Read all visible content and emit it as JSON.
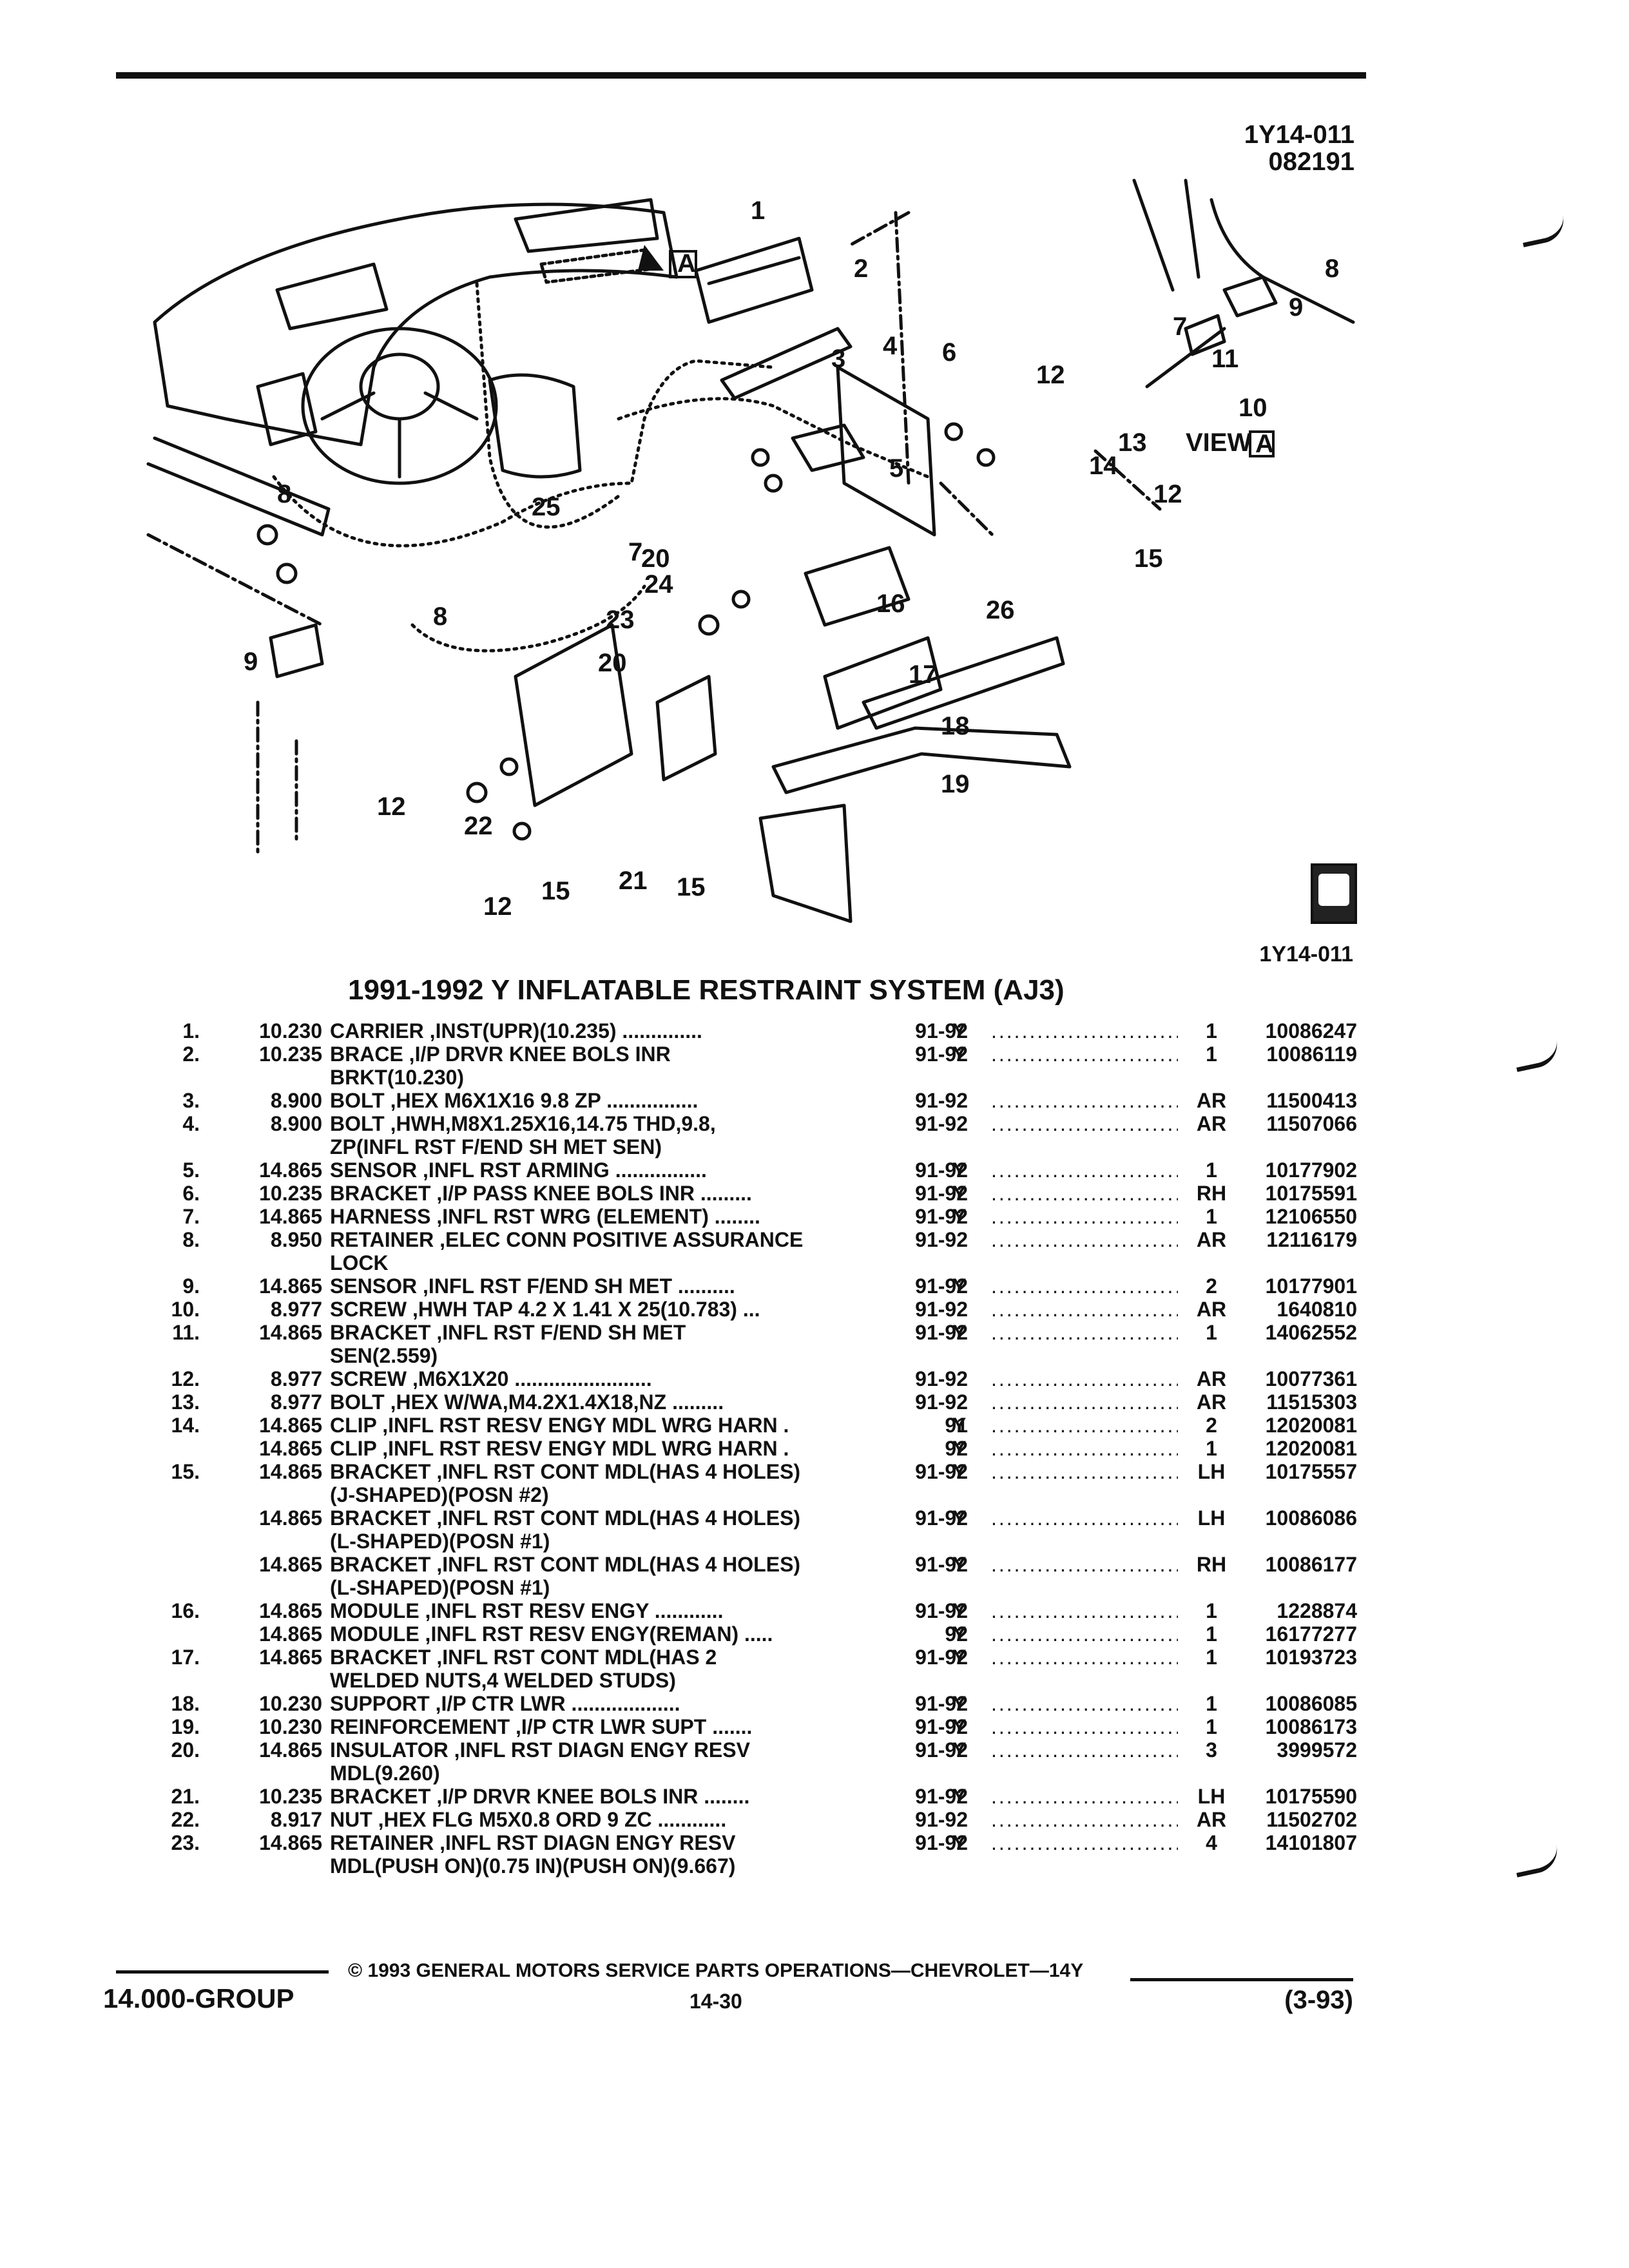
{
  "figure": {
    "code_top": "1Y14-011",
    "date_code": "082191",
    "code_bottom": "1Y14-011",
    "view_label": "VIEW",
    "view_letter": "A",
    "callout_letter": "A",
    "callouts": [
      "1",
      "2",
      "3",
      "4",
      "5",
      "6",
      "7",
      "8",
      "9",
      "10",
      "11",
      "12",
      "13",
      "14",
      "15",
      "16",
      "17",
      "18",
      "19",
      "20",
      "21",
      "22",
      "23",
      "24",
      "25",
      "26"
    ]
  },
  "section_title": "1991-1992 Y INFLATABLE RESTRAINT SYSTEM (AJ3)",
  "dots": ".................................................",
  "parts": [
    {
      "no": "1.",
      "group": "10.230",
      "desc": "CARRIER ,INST(UPR)(10.235) ..............",
      "years": "91-92",
      "series": "Y",
      "qty": "1",
      "part": "10086247"
    },
    {
      "no": "2.",
      "group": "10.235",
      "desc": "BRACE ,I/P DRVR KNEE BOLS INR",
      "years": "91-92",
      "series": "Y",
      "qty": "1",
      "part": "10086119"
    },
    {
      "no": "",
      "group": "",
      "desc": "BRKT(10.230)",
      "years": "",
      "series": "",
      "qty": "",
      "part": ""
    },
    {
      "no": "3.",
      "group": "8.900",
      "desc": "BOLT ,HEX M6X1X16 9.8 ZP ................",
      "years": "91-92",
      "series": "",
      "qty": "AR",
      "part": "11500413"
    },
    {
      "no": "4.",
      "group": "8.900",
      "desc": "BOLT ,HWH,M8X1.25X16,14.75 THD,9.8,",
      "years": "91-92",
      "series": "",
      "qty": "AR",
      "part": "11507066"
    },
    {
      "no": "",
      "group": "",
      "desc": "ZP(INFL RST F/END SH MET SEN)",
      "years": "",
      "series": "",
      "qty": "",
      "part": ""
    },
    {
      "no": "5.",
      "group": "14.865",
      "desc": "SENSOR ,INFL RST ARMING ................",
      "years": "91-92",
      "series": "Y",
      "qty": "1",
      "part": "10177902"
    },
    {
      "no": "6.",
      "group": "10.235",
      "desc": "BRACKET ,I/P PASS KNEE BOLS INR .........",
      "years": "91-92",
      "series": "Y",
      "qty": "RH",
      "part": "10175591"
    },
    {
      "no": "7.",
      "group": "14.865",
      "desc": "HARNESS ,INFL RST WRG (ELEMENT) ........",
      "years": "91-92",
      "series": "Y",
      "qty": "1",
      "part": "12106550"
    },
    {
      "no": "8.",
      "group": "8.950",
      "desc": "RETAINER ,ELEC CONN POSITIVE ASSURANCE",
      "years": "91-92",
      "series": "",
      "qty": "AR",
      "part": "12116179"
    },
    {
      "no": "",
      "group": "",
      "desc": "LOCK",
      "years": "",
      "series": "",
      "qty": "",
      "part": ""
    },
    {
      "no": "9.",
      "group": "14.865",
      "desc": "SENSOR ,INFL RST F/END SH MET ..........",
      "years": "91-92",
      "series": "Y",
      "qty": "2",
      "part": "10177901"
    },
    {
      "no": "10.",
      "group": "8.977",
      "desc": "SCREW ,HWH TAP 4.2 X 1.41 X 25(10.783) ...",
      "years": "91-92",
      "series": "",
      "qty": "AR",
      "part": "1640810"
    },
    {
      "no": "11.",
      "group": "14.865",
      "desc": "BRACKET ,INFL RST F/END SH MET",
      "years": "91-92",
      "series": "Y",
      "qty": "1",
      "part": "14062552"
    },
    {
      "no": "",
      "group": "",
      "desc": "SEN(2.559)",
      "years": "",
      "series": "",
      "qty": "",
      "part": ""
    },
    {
      "no": "12.",
      "group": "8.977",
      "desc": "SCREW ,M6X1X20 ........................",
      "years": "91-92",
      "series": "",
      "qty": "AR",
      "part": "10077361"
    },
    {
      "no": "13.",
      "group": "8.977",
      "desc": "BOLT ,HEX W/WA,M4.2X1.4X18,NZ .........",
      "years": "91-92",
      "series": "",
      "qty": "AR",
      "part": "11515303"
    },
    {
      "no": "14.",
      "group": "14.865",
      "desc": "CLIP ,INFL RST RESV ENGY MDL WRG HARN .",
      "years": "91",
      "series": "Y",
      "qty": "2",
      "part": "12020081"
    },
    {
      "no": "",
      "group": "14.865",
      "desc": "CLIP ,INFL RST RESV ENGY MDL WRG HARN .",
      "years": "92",
      "series": "Y",
      "qty": "1",
      "part": "12020081"
    },
    {
      "no": "15.",
      "group": "14.865",
      "desc": "BRACKET ,INFL RST CONT MDL(HAS 4 HOLES)",
      "years": "91-92",
      "series": "Y",
      "qty": "LH",
      "part": "10175557"
    },
    {
      "no": "",
      "group": "",
      "desc": "(J-SHAPED)(POSN #2)",
      "years": "",
      "series": "",
      "qty": "",
      "part": ""
    },
    {
      "no": "",
      "group": "14.865",
      "desc": "BRACKET ,INFL RST CONT MDL(HAS 4 HOLES)",
      "years": "91-92",
      "series": "Y",
      "qty": "LH",
      "part": "10086086"
    },
    {
      "no": "",
      "group": "",
      "desc": "(L-SHAPED)(POSN #1)",
      "years": "",
      "series": "",
      "qty": "",
      "part": ""
    },
    {
      "no": "",
      "group": "14.865",
      "desc": "BRACKET ,INFL RST CONT MDL(HAS 4 HOLES)",
      "years": "91-92",
      "series": "Y",
      "qty": "RH",
      "part": "10086177"
    },
    {
      "no": "",
      "group": "",
      "desc": "(L-SHAPED)(POSN #1)",
      "years": "",
      "series": "",
      "qty": "",
      "part": ""
    },
    {
      "no": "16.",
      "group": "14.865",
      "desc": "MODULE ,INFL RST RESV ENGY ............",
      "years": "91-92",
      "series": "Y",
      "qty": "1",
      "part": "1228874"
    },
    {
      "no": "",
      "group": "14.865",
      "desc": "MODULE ,INFL RST RESV ENGY(REMAN) .....",
      "years": "92",
      "series": "Y",
      "qty": "1",
      "part": "16177277"
    },
    {
      "no": "17.",
      "group": "14.865",
      "desc": "BRACKET ,INFL RST CONT MDL(HAS 2",
      "years": "91-92",
      "series": "Y",
      "qty": "1",
      "part": "10193723"
    },
    {
      "no": "",
      "group": "",
      "desc": "WELDED NUTS,4 WELDED STUDS)",
      "years": "",
      "series": "",
      "qty": "",
      "part": ""
    },
    {
      "no": "18.",
      "group": "10.230",
      "desc": "SUPPORT ,I/P CTR LWR ...................",
      "years": "91-92",
      "series": "Y",
      "qty": "1",
      "part": "10086085"
    },
    {
      "no": "19.",
      "group": "10.230",
      "desc": "REINFORCEMENT ,I/P CTR LWR SUPT .......",
      "years": "91-92",
      "series": "Y",
      "qty": "1",
      "part": "10086173"
    },
    {
      "no": "20.",
      "group": "14.865",
      "desc": "INSULATOR ,INFL RST DIAGN ENGY RESV",
      "years": "91-92",
      "series": "Y",
      "qty": "3",
      "part": "3999572"
    },
    {
      "no": "",
      "group": "",
      "desc": "MDL(9.260)",
      "years": "",
      "series": "",
      "qty": "",
      "part": ""
    },
    {
      "no": "21.",
      "group": "10.235",
      "desc": "BRACKET ,I/P DRVR KNEE BOLS INR ........",
      "years": "91-92",
      "series": "Y",
      "qty": "LH",
      "part": "10175590"
    },
    {
      "no": "22.",
      "group": "8.917",
      "desc": "NUT ,HEX FLG M5X0.8 ORD 9 ZC ............",
      "years": "91-92",
      "series": "",
      "qty": "AR",
      "part": "11502702"
    },
    {
      "no": "23.",
      "group": "14.865",
      "desc": "RETAINER ,INFL RST DIAGN ENGY RESV",
      "years": "91-92",
      "series": "Y",
      "qty": "4",
      "part": "14101807"
    },
    {
      "no": "",
      "group": "",
      "desc": "MDL(PUSH ON)(0.75 IN)(PUSH ON)(9.667)",
      "years": "",
      "series": "",
      "qty": "",
      "part": ""
    }
  ],
  "footer": {
    "copyright": "© 1993 GENERAL MOTORS SERVICE PARTS OPERATIONS—CHEVROLET—14Y",
    "group": "14.000-GROUP",
    "page": "14-30",
    "date": "(3-93)"
  }
}
